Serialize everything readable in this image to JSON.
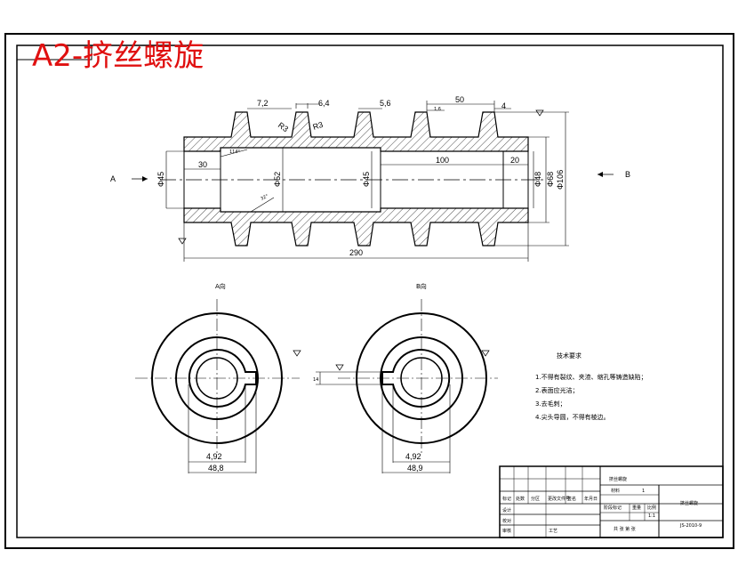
{
  "title_overlay": "A2-挤丝螺旋",
  "section_view": {
    "left_arrow_label": "A",
    "right_arrow_label": "B",
    "dimensions": {
      "thread_width": "7,2",
      "tooth_tip": "6,4",
      "groove": "5,6",
      "pitch": "50",
      "tip_small": "1,6",
      "tip_end": "4",
      "radius_1": "R3",
      "radius_2": "R3",
      "angle_1": "114°",
      "angle_2": "32°",
      "left_bore_length": "30",
      "right_bore_length": "100",
      "right_end_length": "20",
      "total_length": "290",
      "dia_left": "Φ45",
      "dia_mid": "Φ52",
      "dia_mid2": "Φ45",
      "dia_right1": "Φ48",
      "dia_right2": "Φ68",
      "dia_outer": "Φ106"
    }
  },
  "views": {
    "left_label": "A向",
    "right_label": "B向",
    "left_dims": {
      "keyway_width": "4,92",
      "bore_dia": "48,8"
    },
    "right_dims": {
      "key_height": "14",
      "keyway_width": "4,92",
      "bore_dia": "48,9"
    }
  },
  "technical_requirements": {
    "heading": "技术要求",
    "items": [
      "1.不得有裂纹、夹渣、缩孔等铸造缺陷；",
      "2.表面应光洁；",
      "3.去毛刺；",
      "4.尖头导圆，不得有棱边。"
    ]
  },
  "title_block": {
    "drawing_name": "挤丝螺旋",
    "material_label": "材料",
    "quantity": "1",
    "scale": "1:1",
    "code": "JS-2010-9",
    "rows": [
      "标记",
      "设计",
      "校对",
      "审核",
      "工艺"
    ],
    "labels": [
      "处数",
      "分区",
      "更改文件号",
      "签名",
      "年月日"
    ],
    "stage_labels": [
      "阶段标记",
      "重量",
      "比例"
    ],
    "sheet_text": "共 张 第 张"
  }
}
